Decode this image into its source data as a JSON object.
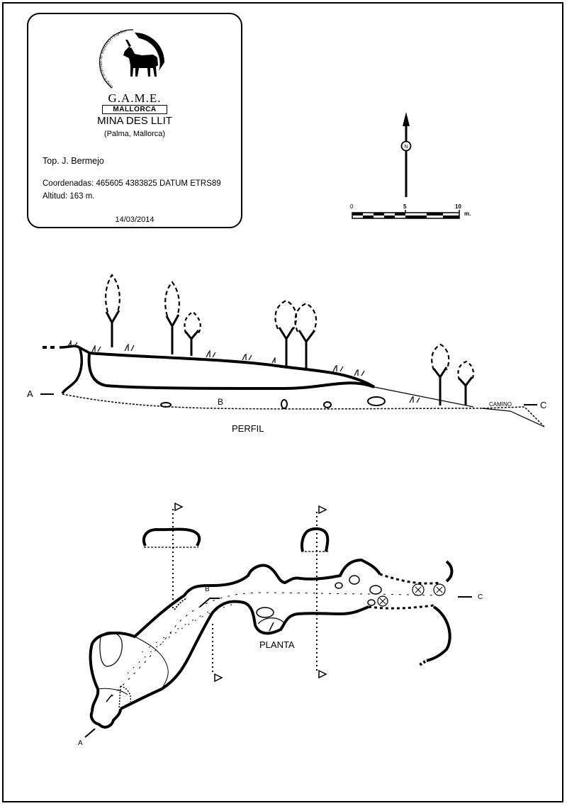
{
  "logo": {
    "name": "G.A.M.E.",
    "sub": "MALLORCA",
    "ring_left": "Grup d'Activitats de Muntanya i Espeleo",
    "ring_right": "Myotragus Balearicus"
  },
  "info": {
    "title": "MINA DES LLIT",
    "location": "(Palma, Mallorca)",
    "topographer": "Top.  J. Bermejo",
    "coordinates": "Coordenadas:  465605 4383825 DATUM ETRS89",
    "altitude": "Altitud: 163 m.",
    "date": "14/03/2014"
  },
  "scale": {
    "tick0": "0",
    "tick5": "5",
    "tick10": "10",
    "unit": "m."
  },
  "profile": {
    "label": "PERFIL",
    "point_a": "A",
    "point_b": "B",
    "point_c": "C",
    "road": "CAMINO"
  },
  "plan": {
    "label": "PLANTA",
    "point_a": "A",
    "point_b": "B",
    "point_c": "C"
  }
}
